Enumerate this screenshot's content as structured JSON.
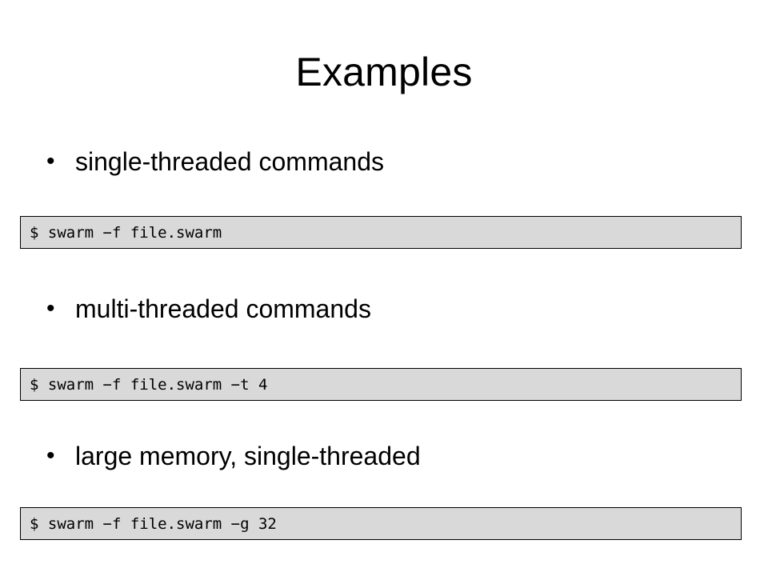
{
  "slide": {
    "title": "Examples",
    "bullet_glyph": "•",
    "items": [
      {
        "label": "single-threaded commands",
        "command": "$ swarm −f file.swarm"
      },
      {
        "label": "multi-threaded commands",
        "command": "$ swarm −f file.swarm −t 4"
      },
      {
        "label": "large memory, single-threaded",
        "command": "$ swarm −f file.swarm −g 32"
      }
    ]
  },
  "colors": {
    "background": "#ffffff",
    "text": "#000000",
    "code_background": "#d9d9d9",
    "code_border": "#000000"
  }
}
